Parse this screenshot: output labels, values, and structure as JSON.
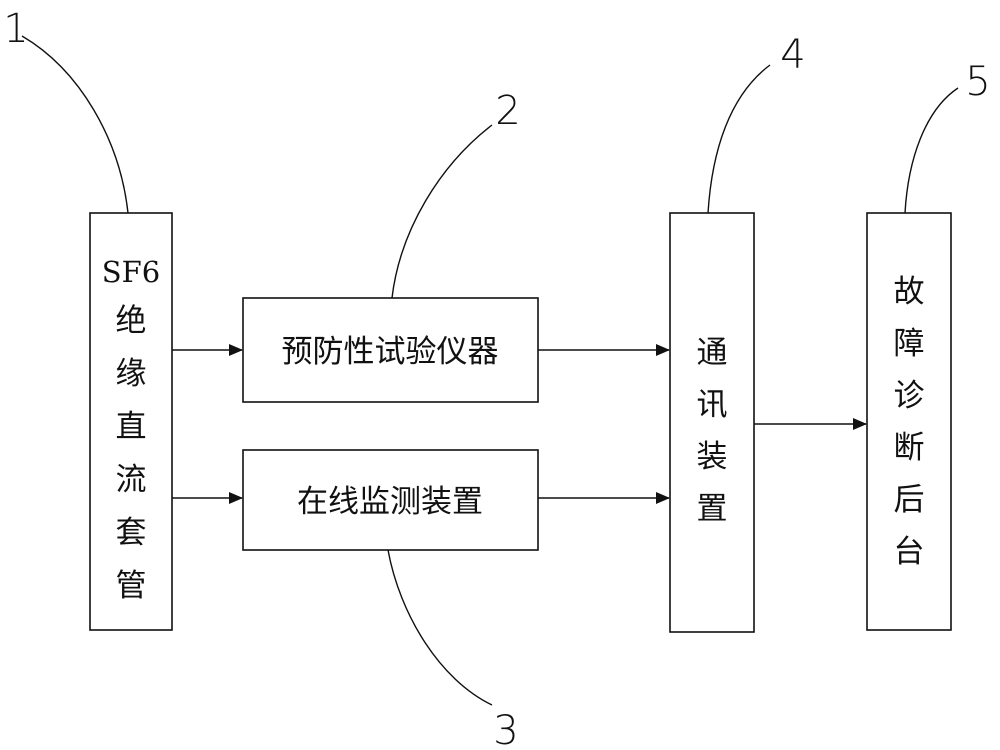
{
  "boxes": {
    "bushing": {
      "lines": [
        "SF6",
        "绝",
        "缘",
        "直",
        "流",
        "套",
        "管"
      ]
    },
    "test_instrument": {
      "label": "预防性试验仪器"
    },
    "online_monitor": {
      "label": "在线监测装置"
    },
    "comm": {
      "lines": [
        "通",
        "讯",
        "装",
        "置"
      ]
    },
    "backend": {
      "lines": [
        "故",
        "障",
        "诊",
        "断",
        "后",
        "台"
      ]
    }
  },
  "ref_numbers": {
    "bushing": "1",
    "test_instrument": "2",
    "online_monitor": "3",
    "comm": "4",
    "backend": "5"
  },
  "colors": {
    "stroke": "#111111",
    "background": "#ffffff"
  }
}
